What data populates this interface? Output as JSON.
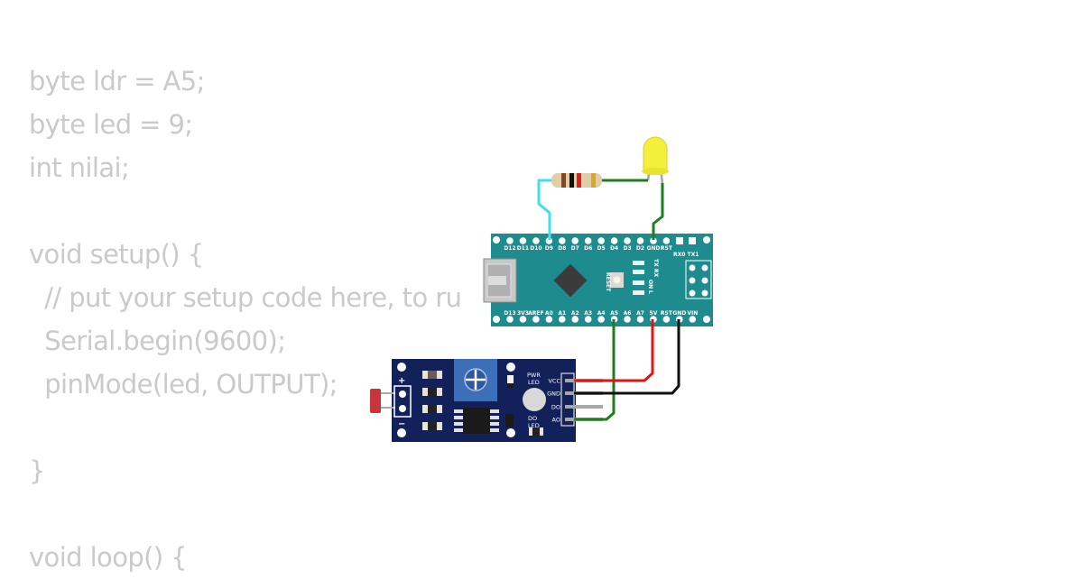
{
  "code": [
    "byte ldr = A5;",
    "byte led = 9;",
    "int nilai;",
    "",
    "void setup() {",
    "  // put your setup code here, to ru",
    "  Serial.begin(9600);",
    "  pinMode(led, OUTPUT);",
    "",
    "}",
    "",
    "void loop() {"
  ],
  "nano": {
    "top_pins": [
      "D12",
      "D11",
      "D10",
      "D9",
      "D8",
      "D7",
      "D6",
      "D5",
      "D4",
      "D3",
      "D2",
      "GND",
      "RST",
      "RX0",
      "TX1"
    ],
    "bottom_pins": [
      "D13",
      "3V3",
      "AREF",
      "A0",
      "A1",
      "A2",
      "A3",
      "A4",
      "A5",
      "A6",
      "A7",
      "5V",
      "RST",
      "GND",
      "VIN"
    ],
    "reset_label": "RESET",
    "led_labels": [
      "TX",
      "RX",
      "ON",
      "L"
    ],
    "rx_tx": "RX0 TX1"
  },
  "sensor": {
    "pins": [
      "VCC",
      "GND",
      "DO",
      "AO"
    ],
    "pwr_led": [
      "PWR",
      "LED"
    ],
    "do_led": [
      "DO",
      "LED"
    ],
    "plus": "+",
    "minus": "−"
  },
  "colors": {
    "nano_board": "#1e8b8f",
    "sensor_board": "#13215a",
    "wire_cyan": "#3fe0ee",
    "wire_green": "#1e7d1e",
    "wire_red": "#e01414",
    "wire_black": "#111111",
    "led_yellow": "#f4ef3a",
    "code_text": "#cacaca"
  }
}
